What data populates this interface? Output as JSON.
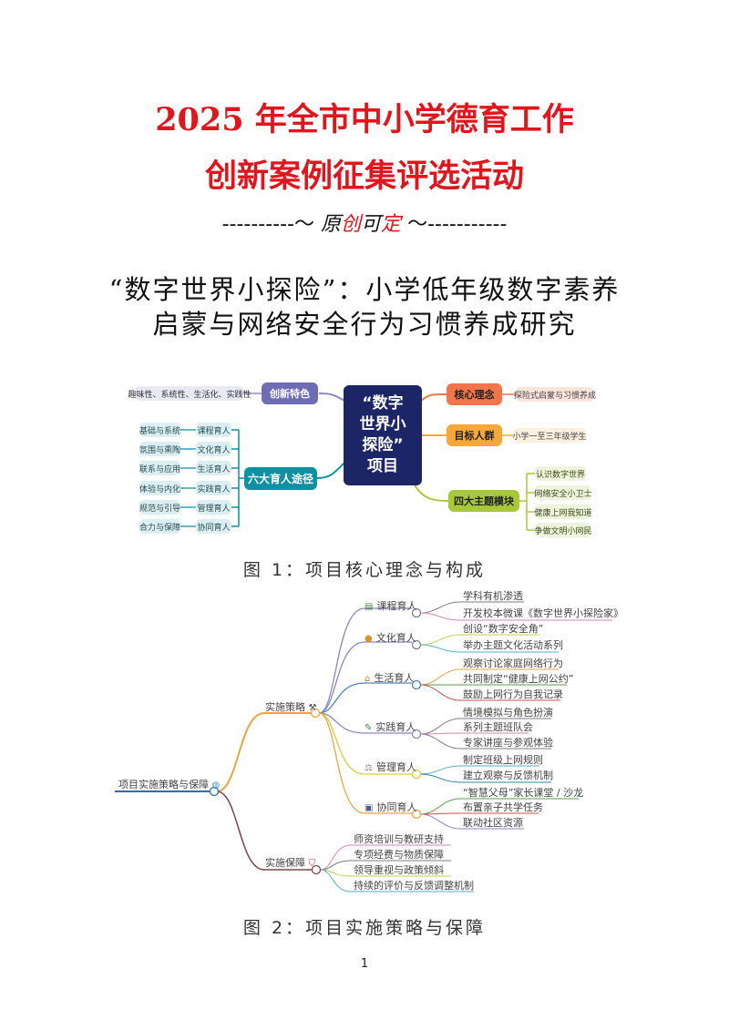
{
  "header": {
    "title_line1": "2025 年全市中小学德育工作",
    "title_line2": "创新案例征集评选活动",
    "divider_left": "----------～",
    "divider_right": "～-----------",
    "divider_chars": [
      "原",
      "创",
      "可",
      "定"
    ]
  },
  "paper_title": {
    "line1": "“数字世界小探险”：小学低年级数字素养",
    "line2": "启蒙与网络安全行为习惯养成研究"
  },
  "figure1": {
    "caption": "图 1：项目核心理念与构成",
    "center": {
      "lines": [
        "“数字",
        "世界小",
        "探险”",
        "项目"
      ],
      "color": "#1c2566"
    },
    "innovation": {
      "label": "创新特色",
      "detail": "趣味性、系统性、生活化、实践性",
      "color": "#6e6cb5"
    },
    "six_paths": {
      "label": "六大育人途径",
      "color": "#118fa3",
      "items": [
        {
          "path": "课程育人",
          "detail": "基础与系统"
        },
        {
          "path": "文化育人",
          "detail": "氛围与熏陶"
        },
        {
          "path": "生活育人",
          "detail": "联系与应用"
        },
        {
          "path": "实践育人",
          "detail": "体验与内化"
        },
        {
          "path": "管理育人",
          "detail": "规范与引导"
        },
        {
          "path": "协同育人",
          "detail": "合力与保障"
        }
      ]
    },
    "core_idea": {
      "label": "核心理念",
      "detail": "探险式启蒙与习惯养成",
      "color": "#f2764a"
    },
    "target": {
      "label": "目标人群",
      "detail": "小学一至三年级学生",
      "color": "#f7a83a"
    },
    "modules": {
      "label": "四大主题模块",
      "color": "#a8c83c",
      "items": [
        "认识数字世界",
        "网络安全小卫士",
        "健康上网我知道",
        "争做文明小网民"
      ]
    }
  },
  "figure2": {
    "caption": "图 2：项目实施策略与保障",
    "root": {
      "label": "项目实施策略与保障",
      "icon": "globe-icon"
    },
    "strategy": {
      "label": "实施策略",
      "icon": "tools-icon",
      "branches": [
        {
          "label": "课程育人",
          "icon": "books-icon",
          "items": [
            "学科有机渗透",
            "开发校本微课《数字世界小探险家》"
          ]
        },
        {
          "label": "文化育人",
          "icon": "palette-icon",
          "items": [
            "创设“数字安全角”",
            "举办主题文化活动系列"
          ]
        },
        {
          "label": "生活育人",
          "icon": "house-icon",
          "items": [
            "观察讨论家庭网络行为",
            "共同制定“健康上网公约”",
            "鼓励上网行为自我记录"
          ]
        },
        {
          "label": "实践育人",
          "icon": "pencil-icon",
          "items": [
            "情境模拟与角色扮演",
            "系列主题班队会",
            "专家讲座与参观体验"
          ]
        },
        {
          "label": "管理育人",
          "icon": "scale-icon",
          "items": [
            "制定班级上网规则",
            "建立观察与反馈机制"
          ]
        },
        {
          "label": "协同育人",
          "icon": "family-icon",
          "items": [
            "“智慧父母”家长课堂 / 沙龙",
            "布置亲子共学任务",
            "联动社区资源"
          ]
        }
      ]
    },
    "guarantee": {
      "label": "实施保障",
      "icon": "shield-icon",
      "items": [
        "师资培训与教研支持",
        "专项经费与物质保障",
        "领导重视与政策倾斜",
        "持续的评价与反馈调整机制"
      ]
    }
  },
  "footer": {
    "page_number": "1"
  }
}
